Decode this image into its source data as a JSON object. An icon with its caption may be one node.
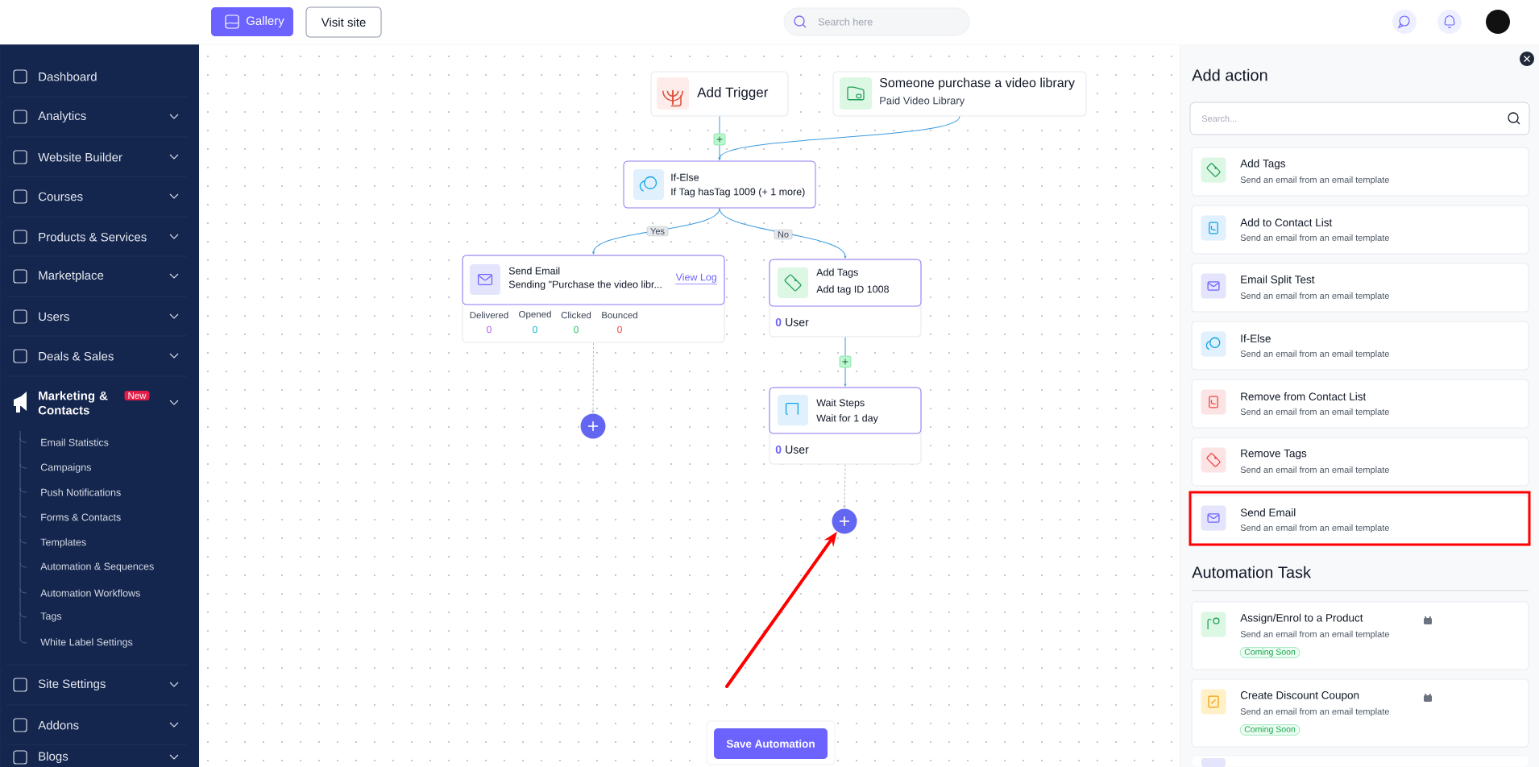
{
  "diagram": {
    "nodes": [
      {
        "text": [
          "Add Trigger"
        ]
      },
      {
        "text": [
          "Someone purchase a video library",
          "Paid Video Library"
        ]
      },
      {
        "text": [],
        "shape": "box"
      },
      {
        "text": [
          "If-Else",
          "If Tag hasTag 1009 (+ 1 more)"
        ]
      },
      {
        "text": [
          "Send Email",
          "Sending \"Purchase the video libr...",
          "View Log",
          "Delivered",
          "Opened",
          "Clicked",
          "Bounced",
          "0",
          "0",
          "0",
          "0"
        ]
      },
      {
        "text": [
          "Add Tags",
          "Add tag ID 1008",
          "0",
          "User"
        ]
      },
      {
        "text": [],
        "shape": "box"
      },
      {
        "text": [
          "Wait Steps",
          "Wait for 1 day",
          "0",
          "User"
        ]
      },
      {
        "text": [],
        "shape": "circle"
      },
      {
        "text": [],
        "shape": "circle"
      },
      {
        "text": [
          "Add Tags",
          "Send an email from an email template"
        ]
      },
      {
        "text": [
          "Add to Contact List",
          "Send an email from an email template"
        ]
      },
      {
        "text": [
          "Email Split Test",
          "Send an email from an email template"
        ]
      },
      {
        "text": [
          "If-Else",
          "Send an email from an email template"
        ]
      },
      {
        "text": [
          "Remove from Contact List",
          "Send an email from an email template"
        ]
      },
      {
        "text": [
          "Remove Tags",
          "Send an email from an email template"
        ]
      },
      {
        "text": [
          "Send Email",
          "Send an email from an email template"
        ]
      },
      {
        "text": [
          "Assign/Enrol to a Product",
          "Send an email from an email template",
          "Coming Soon"
        ]
      },
      {
        "text": [
          "Create Discount Coupon",
          "Send an email from an email template",
          "Coming Soon"
        ]
      },
      {
        "text": [],
        "shape": "box"
      }
    ],
    "edges": [
      {
        "from": 0,
        "to": 2,
        "arrow": "none"
      },
      {
        "from": 2,
        "to": 3,
        "arrow": "to"
      },
      {
        "from": 1,
        "to": 3,
        "arrow": "to"
      },
      {
        "from": 3,
        "to": 4,
        "arrow": "to",
        "label": "Yes"
      },
      {
        "from": 3,
        "to": 5,
        "arrow": "to",
        "label": "No"
      },
      {
        "from": 4,
        "to": 8,
        "arrow": "to",
        "style": "dashed",
        "color": "#b0b4bb"
      },
      {
        "from": 5,
        "to": 6,
        "arrow": "none"
      },
      {
        "from": 6,
        "to": 7,
        "arrow": "to"
      },
      {
        "from": 7,
        "to": 9,
        "arrow": "to",
        "style": "dashed",
        "color": "#b0b4bb"
      },
      {
        "from": null,
        "to": 9,
        "arrow": "to",
        "style": "thick",
        "color": "#ff0000"
      }
    ],
    "labels": [
      "Gallery",
      "Visit site",
      "Search here",
      "Dashboard",
      "Analytics",
      "Website Builder",
      "Courses",
      "Products & Services",
      "Marketplace",
      "Users",
      "Deals & Sales",
      "Marketing & Contacts",
      "New",
      "Email Statistics",
      "Campaigns",
      "Push Notifications",
      "Forms & Contacts",
      "Templates",
      "Automation & Sequences",
      "Automation Workflows",
      "Tags",
      "White Label Settings",
      "Site Settings",
      "Addons",
      "Blogs",
      "Add action",
      "Search...",
      "Automation Task",
      "Save Automation"
    ]
  }
}
